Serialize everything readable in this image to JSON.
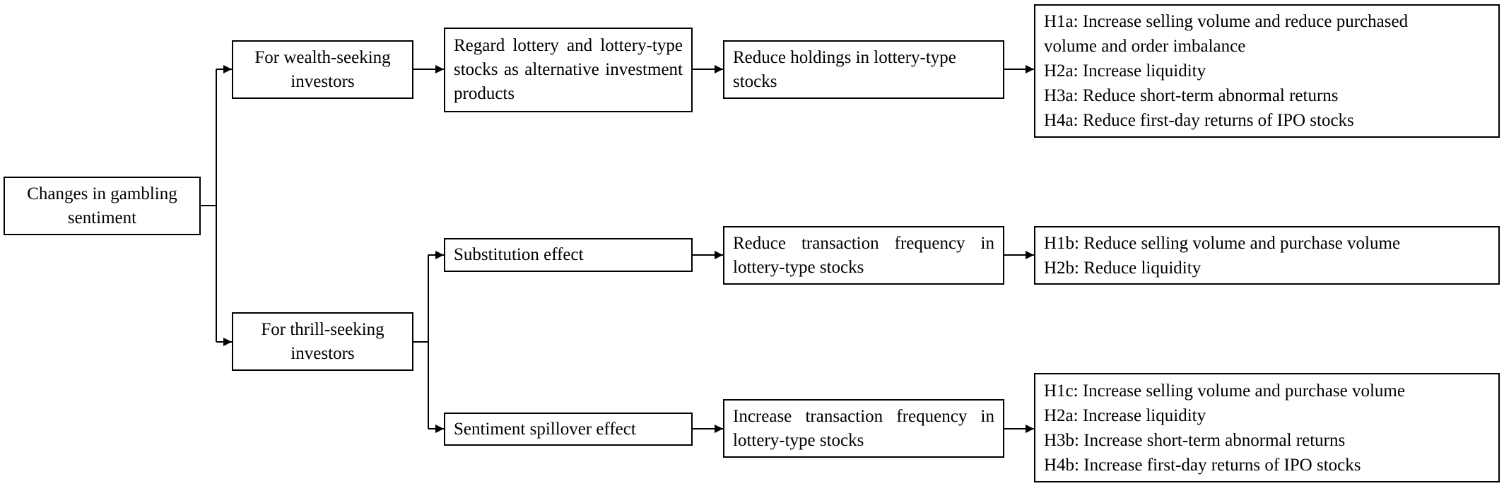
{
  "root": "Changes in gambling sentiment",
  "wealth": {
    "label": "For wealth-seeking investors",
    "step": "Regard lottery and lottery-type stocks as alternative investment products",
    "action": "Reduce holdings in lottery-type stocks",
    "hypotheses": [
      "H1a: Increase selling volume and reduce purchased",
      "volume and order imbalance",
      "H2a: Increase liquidity",
      "H3a: Reduce short-term abnormal returns",
      "H4a: Reduce first-day returns of IPO stocks"
    ]
  },
  "thrill": {
    "label": "For thrill-seeking investors",
    "substitution": {
      "label": "Substitution effect",
      "action": "Reduce transaction frequency in lottery-type stocks",
      "hypotheses": [
        "H1b: Reduce selling volume and purchase volume",
        "H2b: Reduce liquidity"
      ]
    },
    "spillover": {
      "label": "Sentiment spillover effect",
      "action": "Increase transaction frequency in lottery-type stocks",
      "hypotheses": [
        "H1c: Increase selling volume and purchase volume",
        "H2a: Increase liquidity",
        "H3b: Increase short-term abnormal returns",
        "H4b: Increase first-day returns of IPO stocks"
      ]
    }
  }
}
